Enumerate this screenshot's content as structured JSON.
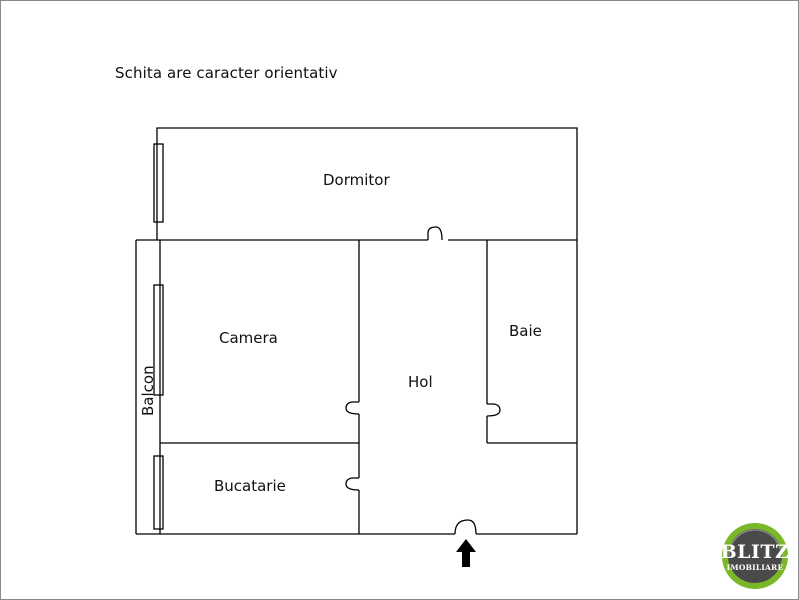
{
  "note": "Schita are caracter orientativ",
  "rooms": {
    "dormitor": "Dormitor",
    "camera": "Camera",
    "hol": "Hol",
    "baie": "Baie",
    "bucatarie": "Bucatarie",
    "balcon": "Balcon"
  },
  "logo": {
    "brand": "BLITZ",
    "sub": "IMOBILIARE",
    "colors": {
      "ring": "#7ab829",
      "disc": "#4a4a4a"
    }
  },
  "entrance_icon": "entrance-arrow-icon"
}
